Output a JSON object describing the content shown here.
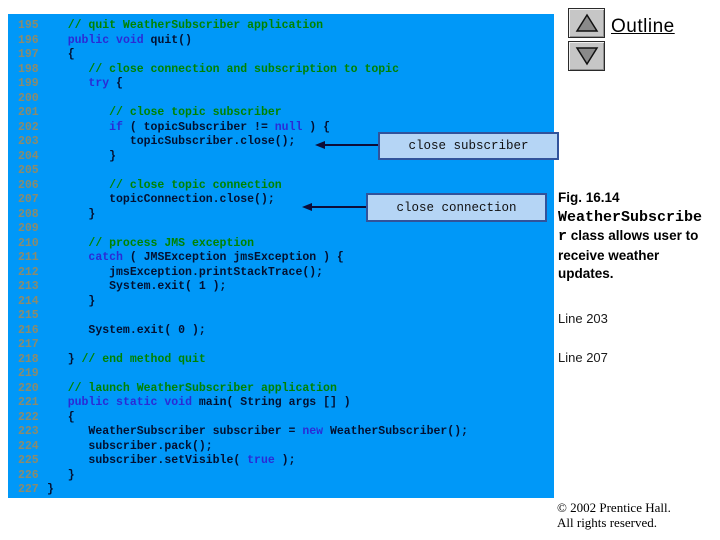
{
  "colors": {
    "panel_bg": "#0098F8",
    "line_number": "#8b8b6d",
    "comment": "#008300",
    "keyword": "#2b2bd5",
    "plain_code": "#031030",
    "callout_fill": "#b5d5f5",
    "callout_border": "#31539b",
    "arrow": "#0d0d38"
  },
  "outline": {
    "title": "Outline"
  },
  "nav": {
    "up_icon": "triangle-up",
    "down_icon": "triangle-down"
  },
  "code_panel": {
    "lines": [
      {
        "n": "195",
        "i": 3,
        "tokens": [
          {
            "c": "c",
            "t": "// quit WeatherSubscriber application"
          }
        ]
      },
      {
        "n": "196",
        "i": 3,
        "tokens": [
          {
            "c": "k",
            "t": "public"
          },
          {
            "c": "p",
            "t": " "
          },
          {
            "c": "k",
            "t": "void"
          },
          {
            "c": "p",
            "t": " quit()"
          }
        ]
      },
      {
        "n": "197",
        "i": 3,
        "tokens": [
          {
            "c": "p",
            "t": "{"
          }
        ]
      },
      {
        "n": "198",
        "i": 6,
        "tokens": [
          {
            "c": "c",
            "t": "// close connection and subscription to topic"
          }
        ]
      },
      {
        "n": "199",
        "i": 6,
        "tokens": [
          {
            "c": "k",
            "t": "try"
          },
          {
            "c": "p",
            "t": " {"
          }
        ]
      },
      {
        "n": "200",
        "i": 0,
        "tokens": []
      },
      {
        "n": "201",
        "i": 9,
        "tokens": [
          {
            "c": "c",
            "t": "// close topic subscriber"
          }
        ]
      },
      {
        "n": "202",
        "i": 9,
        "tokens": [
          {
            "c": "k",
            "t": "if"
          },
          {
            "c": "p",
            "t": " ( topicSubscriber != "
          },
          {
            "c": "k",
            "t": "null"
          },
          {
            "c": "p",
            "t": " ) {"
          }
        ]
      },
      {
        "n": "203",
        "i": 12,
        "tokens": [
          {
            "c": "p",
            "t": "topicSubscriber.close();"
          }
        ]
      },
      {
        "n": "204",
        "i": 9,
        "tokens": [
          {
            "c": "p",
            "t": "}"
          }
        ]
      },
      {
        "n": "205",
        "i": 0,
        "tokens": []
      },
      {
        "n": "206",
        "i": 9,
        "tokens": [
          {
            "c": "c",
            "t": "// close topic connection"
          }
        ]
      },
      {
        "n": "207",
        "i": 9,
        "tokens": [
          {
            "c": "p",
            "t": "topicConnection.close();"
          }
        ]
      },
      {
        "n": "208",
        "i": 6,
        "tokens": [
          {
            "c": "p",
            "t": "}"
          }
        ]
      },
      {
        "n": "209",
        "i": 0,
        "tokens": []
      },
      {
        "n": "210",
        "i": 6,
        "tokens": [
          {
            "c": "c",
            "t": "// process JMS exception"
          }
        ]
      },
      {
        "n": "211",
        "i": 6,
        "tokens": [
          {
            "c": "k",
            "t": "catch"
          },
          {
            "c": "p",
            "t": " ( JMSException jmsException ) {"
          }
        ]
      },
      {
        "n": "212",
        "i": 9,
        "tokens": [
          {
            "c": "p",
            "t": "jmsException.printStackTrace();"
          }
        ]
      },
      {
        "n": "213",
        "i": 9,
        "tokens": [
          {
            "c": "p",
            "t": "System.exit( 1 );"
          }
        ]
      },
      {
        "n": "214",
        "i": 6,
        "tokens": [
          {
            "c": "p",
            "t": "}"
          }
        ]
      },
      {
        "n": "215",
        "i": 0,
        "tokens": []
      },
      {
        "n": "216",
        "i": 6,
        "tokens": [
          {
            "c": "p",
            "t": "System.exit( 0 );"
          }
        ]
      },
      {
        "n": "217",
        "i": 0,
        "tokens": []
      },
      {
        "n": "218",
        "i": 3,
        "tokens": [
          {
            "c": "p",
            "t": "} "
          },
          {
            "c": "c",
            "t": "// end method quit"
          }
        ]
      },
      {
        "n": "219",
        "i": 0,
        "tokens": []
      },
      {
        "n": "220",
        "i": 3,
        "tokens": [
          {
            "c": "c",
            "t": "// launch WeatherSubscriber application"
          }
        ]
      },
      {
        "n": "221",
        "i": 3,
        "tokens": [
          {
            "c": "k",
            "t": "public"
          },
          {
            "c": "p",
            "t": " "
          },
          {
            "c": "k",
            "t": "static"
          },
          {
            "c": "p",
            "t": " "
          },
          {
            "c": "k",
            "t": "void"
          },
          {
            "c": "p",
            "t": " main( String args [] )"
          }
        ]
      },
      {
        "n": "222",
        "i": 3,
        "tokens": [
          {
            "c": "p",
            "t": "{"
          }
        ]
      },
      {
        "n": "223",
        "i": 6,
        "tokens": [
          {
            "c": "p",
            "t": "WeatherSubscriber subscriber = "
          },
          {
            "c": "k",
            "t": "new"
          },
          {
            "c": "p",
            "t": " WeatherSubscriber();"
          }
        ]
      },
      {
        "n": "224",
        "i": 6,
        "tokens": [
          {
            "c": "p",
            "t": "subscriber.pack();"
          }
        ]
      },
      {
        "n": "225",
        "i": 6,
        "tokens": [
          {
            "c": "p",
            "t": "subscriber.setVisible( "
          },
          {
            "c": "k",
            "t": "true"
          },
          {
            "c": "p",
            "t": " );"
          }
        ]
      },
      {
        "n": "226",
        "i": 3,
        "tokens": [
          {
            "c": "p",
            "t": "}"
          }
        ]
      },
      {
        "n": "227",
        "i": 0,
        "tokens": [
          {
            "c": "p",
            "t": "}"
          }
        ]
      }
    ]
  },
  "callouts": [
    {
      "label": "close subscriber"
    },
    {
      "label": "close connection"
    }
  ],
  "sidebar": {
    "fig_label": "Fig. 16.14",
    "fig_code": "WeatherSubscriber",
    "fig_rest": " class allows user to receive weather updates.",
    "line_refs": [
      "Line 203",
      "Line 207"
    ],
    "copyright_line1": "© 2002 Prentice Hall.",
    "copyright_line2": "All rights reserved."
  }
}
